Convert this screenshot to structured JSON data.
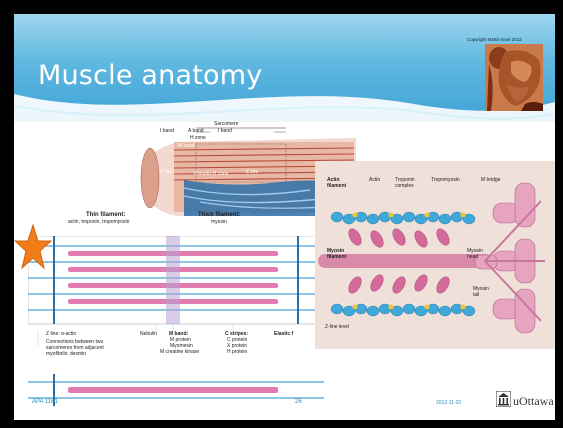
{
  "slide": {
    "title": "Muscle anatomy",
    "copyright": "Copyright Martin Noel 2012",
    "footer": {
      "course": "APA 1161",
      "page": "26",
      "date": "2012-11-20",
      "logo_text": "uOttawa"
    }
  },
  "figure_top": {
    "sarcomere": "Sarcomere",
    "i_band_left": "I band",
    "a_band": "A band",
    "i_band_right": "I band",
    "h_zone": "H zone",
    "m_band": "M band",
    "z_line_left": "Z line",
    "pseudo_h_zone": "Pseudo-H zone",
    "z_line_right": "Z line"
  },
  "figure_left": {
    "thin_title": "Thin filament:",
    "thin_sub": "actin, troponin, tropomyosin",
    "thick_title": "Thick filament:",
    "thick_sub": "myosin",
    "z_line": "Z line: α-actin",
    "connections_1": "Connections between two",
    "connections_2": "sarcomeres from adjacent",
    "connections_3": "myofibrils: desmin",
    "nebulin": "Nebulin",
    "m_band": "M band:",
    "m_band_1": "M protein",
    "m_band_2": "Myomesin",
    "m_band_3": "M creatine kinase",
    "c_stripes": "C stripes:",
    "c_stripes_1": "C protein",
    "c_stripes_2": "X protein",
    "c_stripes_3": "H protein",
    "elastic": "Elastic f"
  },
  "figure_right": {
    "actin_filament_1": "Actin",
    "actin_filament_2": "filament",
    "actin": "Actin",
    "troponin_1": "Troponin",
    "troponin_2": "complex",
    "tropomyosin": "Tropomyosin",
    "m_bridge": "M bridge",
    "myosin_filament_1": "Myosin",
    "myosin_filament_2": "filament",
    "myosin_head_1": "Myosin",
    "myosin_head_2": "head",
    "myosin_tail_1": "Myosin",
    "myosin_tail_2": "tail",
    "z_line_level": "Z-line level"
  },
  "colors": {
    "header": "#3fa3d6",
    "accent": "#2a8fc3",
    "star": "#f07c1a",
    "filament_pink": "#e07ab0",
    "actin_blue": "#3fa8d8"
  }
}
